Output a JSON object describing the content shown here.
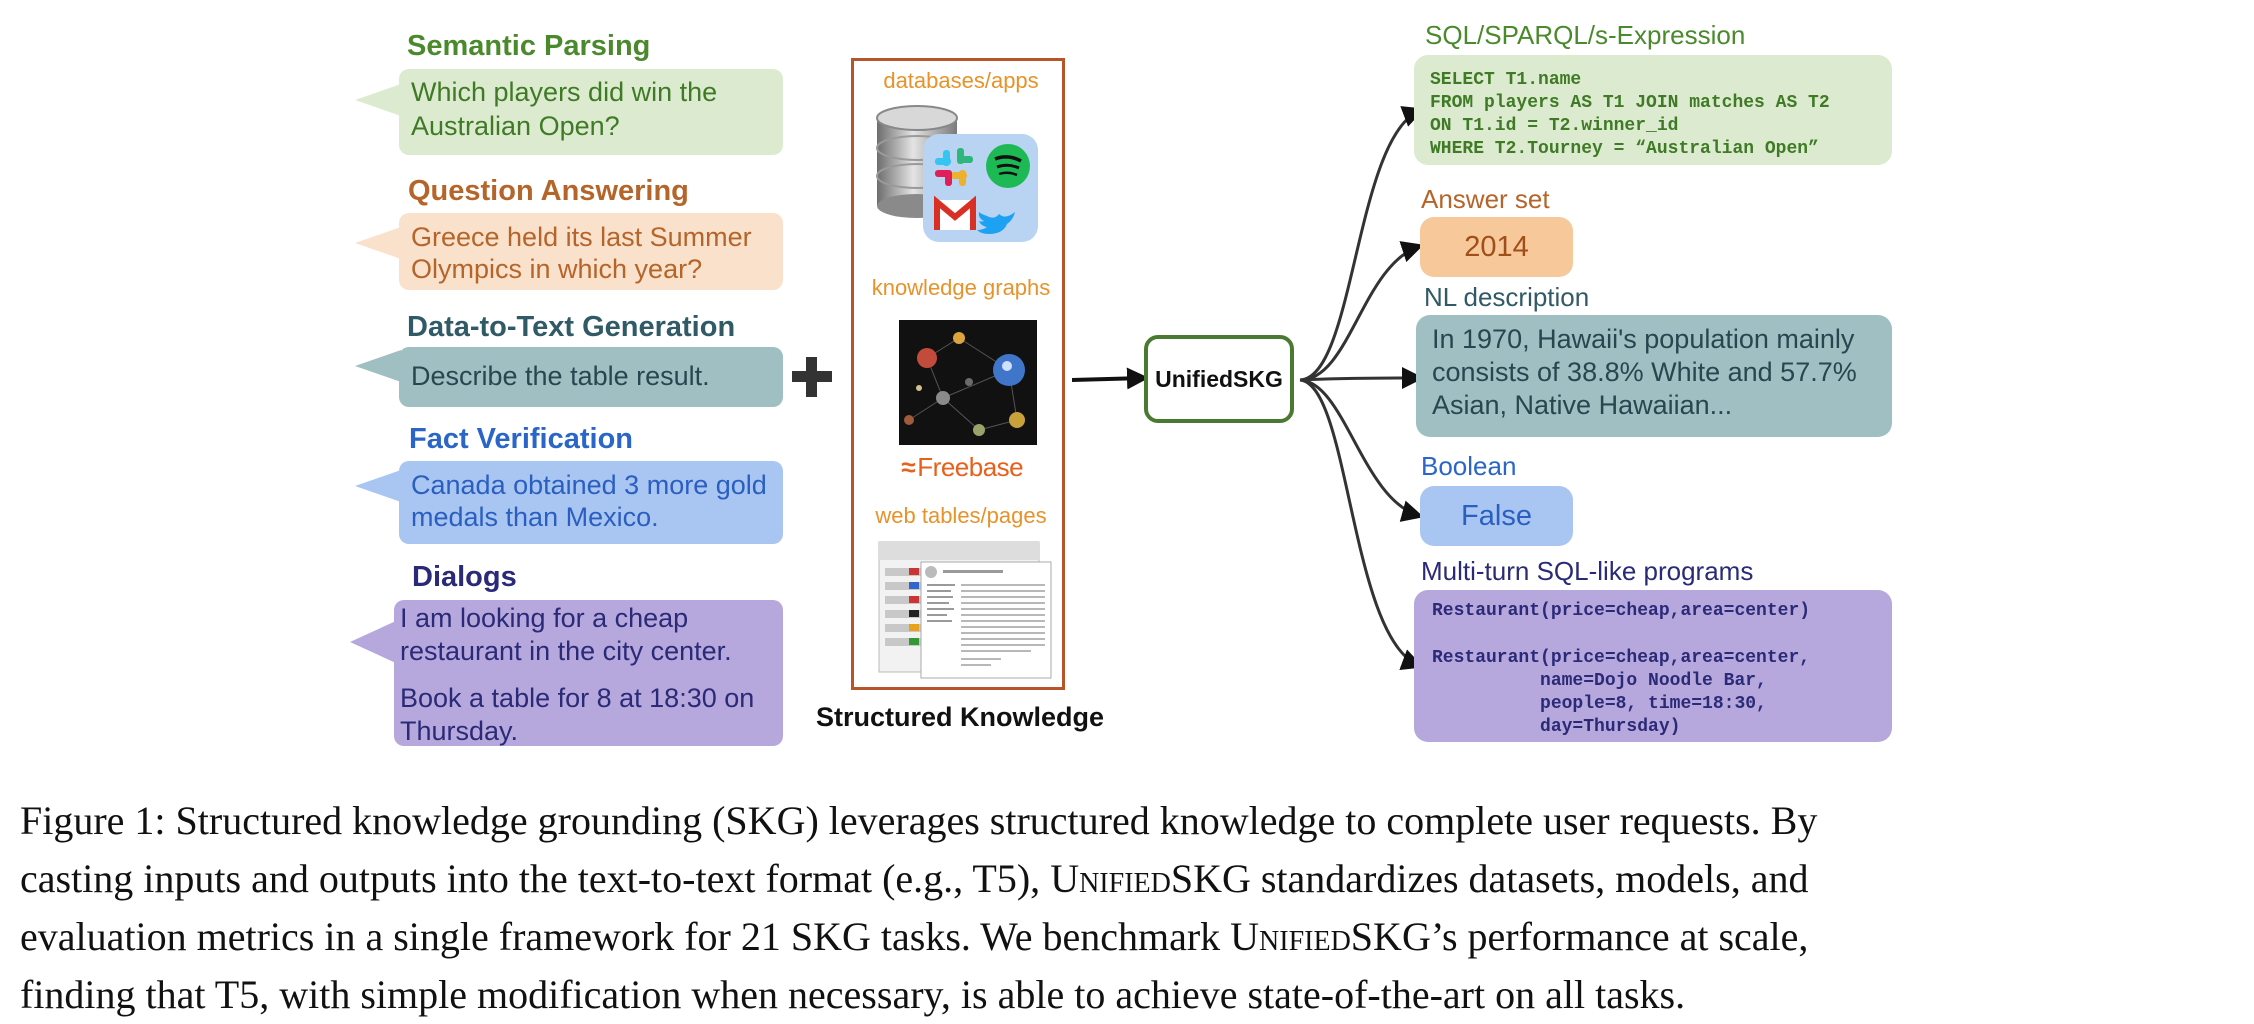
{
  "tasks": [
    {
      "title": "Semantic Parsing",
      "text": "Which players did win the Australian Open?"
    },
    {
      "title": "Question Answering",
      "text": "Greece held its last Summer Olympics in which year?"
    },
    {
      "title": "Data-to-Text Generation",
      "text": "Describe the table result."
    },
    {
      "title": "Fact Verification",
      "text": "Canada obtained 3 more gold medals than Mexico."
    },
    {
      "title": "Dialogs",
      "text1": "I am looking for a cheap restaurant in the city center.",
      "text2": "Book a table for 8 at 18:30 on Thursday."
    }
  ],
  "knowledge": {
    "databases_label": "databases/apps",
    "kg_label": "knowledge graphs",
    "freebase_label": "Freebase",
    "web_label": "web tables/pages",
    "title": "Structured Knowledge"
  },
  "model": {
    "name": "UnifiedSKG"
  },
  "outputs": [
    {
      "label": "SQL/SPARQL/s-Expression",
      "lines": [
        "SELECT T1.name",
        "FROM players AS T1 JOIN matches AS T2",
        "ON T1.id = T2.winner_id",
        "WHERE T2.Tourney = “Australian Open”"
      ]
    },
    {
      "label": "Answer set",
      "value": "2014"
    },
    {
      "label": "NL description",
      "text": "In 1970, Hawaii's population mainly consists of 38.8% White and 57.7% Asian, Native Hawaiian..."
    },
    {
      "label": "Boolean",
      "value": "False"
    },
    {
      "label": "Multi-turn SQL-like programs",
      "line1": "Restaurant(price=cheap,area=center)",
      "line2": "Restaurant(price=cheap,area=center,\n          name=Dojo Noodle Bar,\n          people=8, time=18:30,\n          day=Thursday)"
    }
  ],
  "caption": {
    "line1": "Figure 1: Structured knowledge grounding (SKG) leverages structured knowledge to complete user requests.  By",
    "line2_a": "casting inputs and outputs into the text-to-text format (e.g., T5), ",
    "line2_sc": "UnifiedSKG",
    "line2_b": " standardizes datasets, models, and",
    "line3_a": "evaluation metrics in a single framework for 21 SKG tasks.  We benchmark ",
    "line3_sc": "UnifiedSKG",
    "line3_b": "’s performance at scale,",
    "line4": "finding that T5, with simple modification when necessary, is able to achieve state-of-the-art on all tasks."
  },
  "colors": {
    "semantic_parsing": "#4a8a2c",
    "question_answering": "#b5652a",
    "data_to_text": "#2f5a66",
    "fact_verification": "#2a66c8",
    "dialogs": "#2a2a78",
    "knowledge_border": "#b8542a",
    "model_border": "#4a7a32"
  }
}
